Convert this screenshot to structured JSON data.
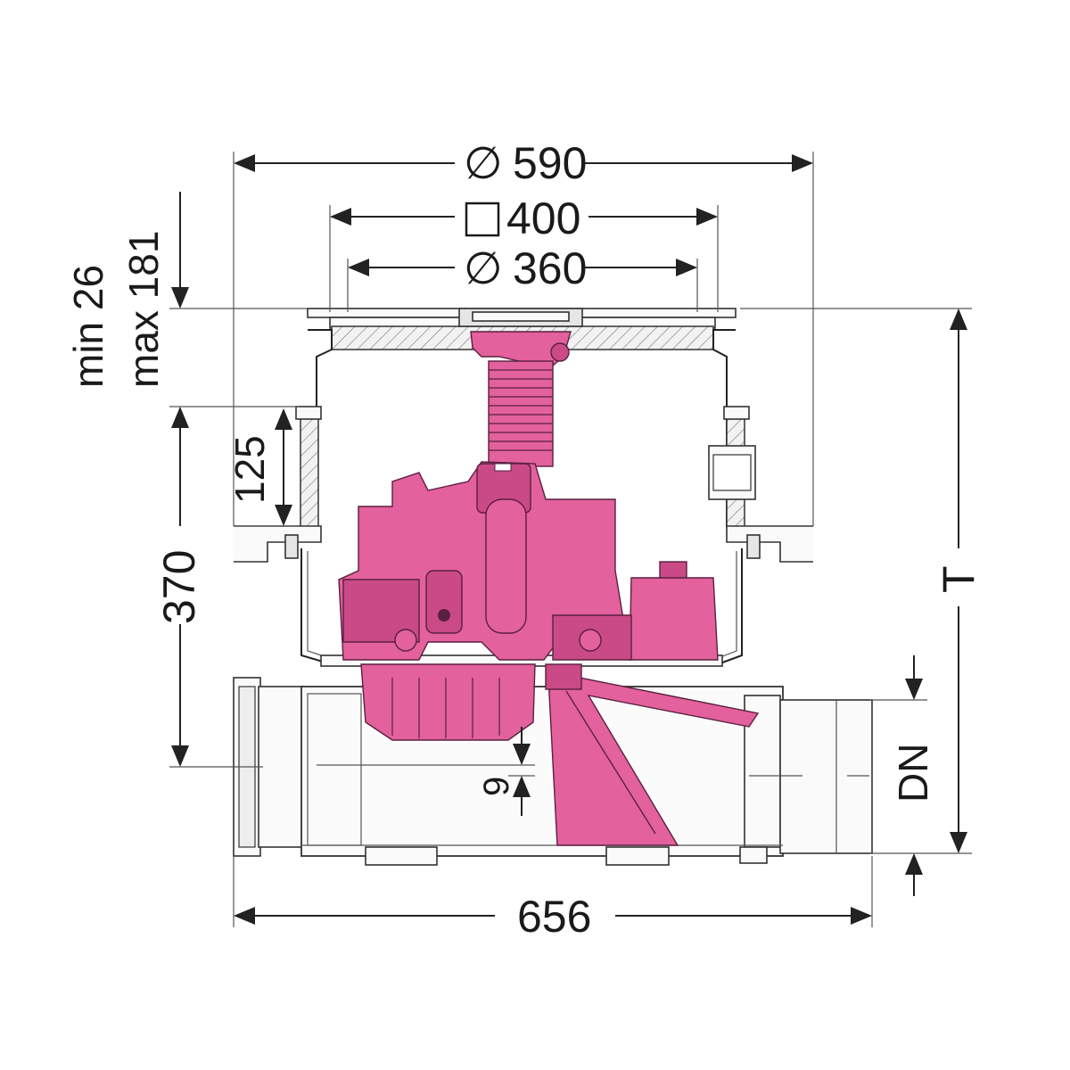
{
  "dimensions": {
    "outer_diameter": {
      "symbol": "∅",
      "value": "590"
    },
    "square_frame": {
      "value": "400"
    },
    "inner_diameter": {
      "symbol": "∅",
      "value": "360"
    },
    "adjust_min": "min 26",
    "adjust_max": "max 181",
    "collar_height": "125",
    "body_height": "370",
    "depth": "T",
    "offset": "9",
    "pipe": "DN",
    "length": "656"
  },
  "colors": {
    "component_fill": "#e3619c",
    "outline": "#222222",
    "background": "#ffffff"
  }
}
